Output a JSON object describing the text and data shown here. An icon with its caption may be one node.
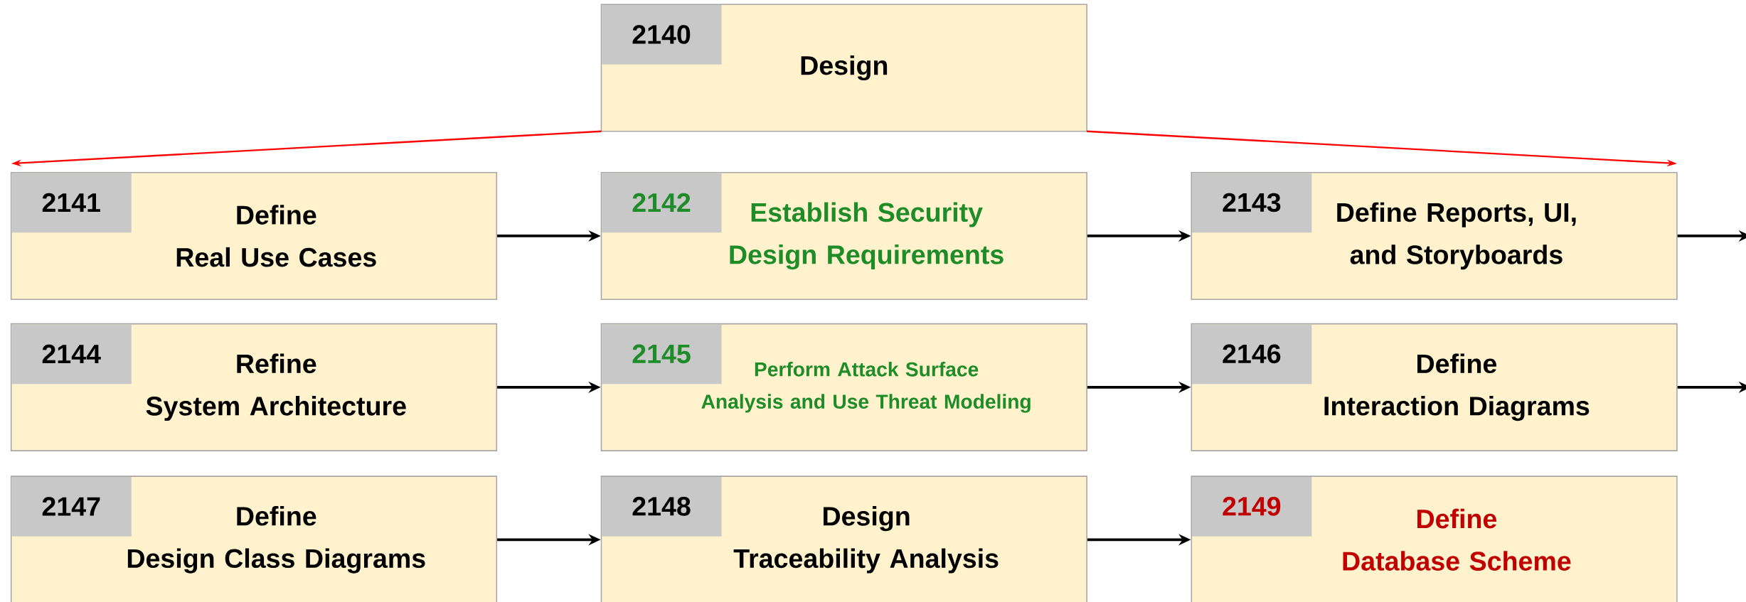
{
  "diagram": {
    "nodes": [
      {
        "text": [
          "2140",
          "Design"
        ]
      },
      {
        "text": [
          "2141",
          "Define Real Use Cases"
        ]
      },
      {
        "text": [
          "2142",
          "Establish Security Design Requirements"
        ]
      },
      {
        "text": [
          "2143",
          "Define Reports, UI, and Storyboards"
        ]
      },
      {
        "text": [
          "2144",
          "Refine System Architecture"
        ]
      },
      {
        "text": [
          "2145",
          "Perform Attack Surface Analysis and Use Threat Modeling"
        ]
      },
      {
        "text": [
          "2146",
          "Define Interaction Diagrams"
        ]
      },
      {
        "text": [
          "2147",
          "Define Design Class Diagrams"
        ]
      },
      {
        "text": [
          "2148",
          "Design Traceability Analysis"
        ]
      },
      {
        "text": [
          "2149",
          "Define Database Scheme"
        ]
      }
    ],
    "edges": [
      {
        "from": 0,
        "to": 1,
        "arrow": "to",
        "color": "#ff0000"
      },
      {
        "from": 0,
        "to": 3,
        "arrow": "to",
        "color": "#ff0000"
      },
      {
        "from": 1,
        "to": 2,
        "arrow": "to"
      },
      {
        "from": 2,
        "to": 3,
        "arrow": "to"
      },
      {
        "from": 3,
        "to": null,
        "arrow": "to"
      },
      {
        "from": 4,
        "to": 5,
        "arrow": "to"
      },
      {
        "from": 5,
        "to": 6,
        "arrow": "to"
      },
      {
        "from": 6,
        "to": null,
        "arrow": "to"
      },
      {
        "from": 7,
        "to": 8,
        "arrow": "to"
      },
      {
        "from": 8,
        "to": 9,
        "arrow": "to"
      }
    ]
  }
}
